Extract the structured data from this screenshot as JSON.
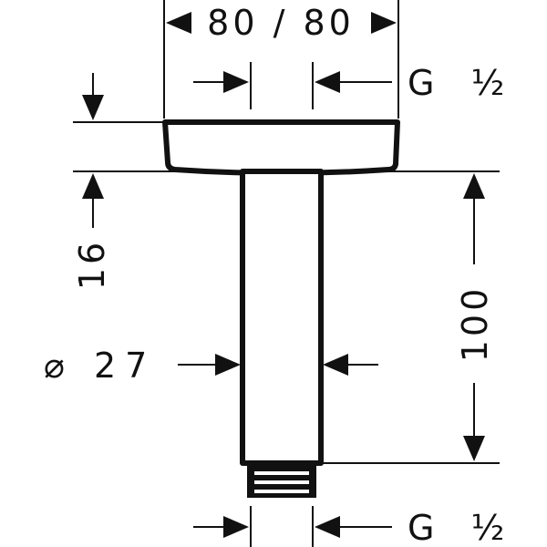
{
  "drawing": {
    "width_label": "80 / 80",
    "thread_top_label": "G ½",
    "flange_height_label": "16",
    "diameter_label": "⌀ 27",
    "length_label": "100",
    "thread_bottom_label": "G ½",
    "line_color": "#111111"
  }
}
